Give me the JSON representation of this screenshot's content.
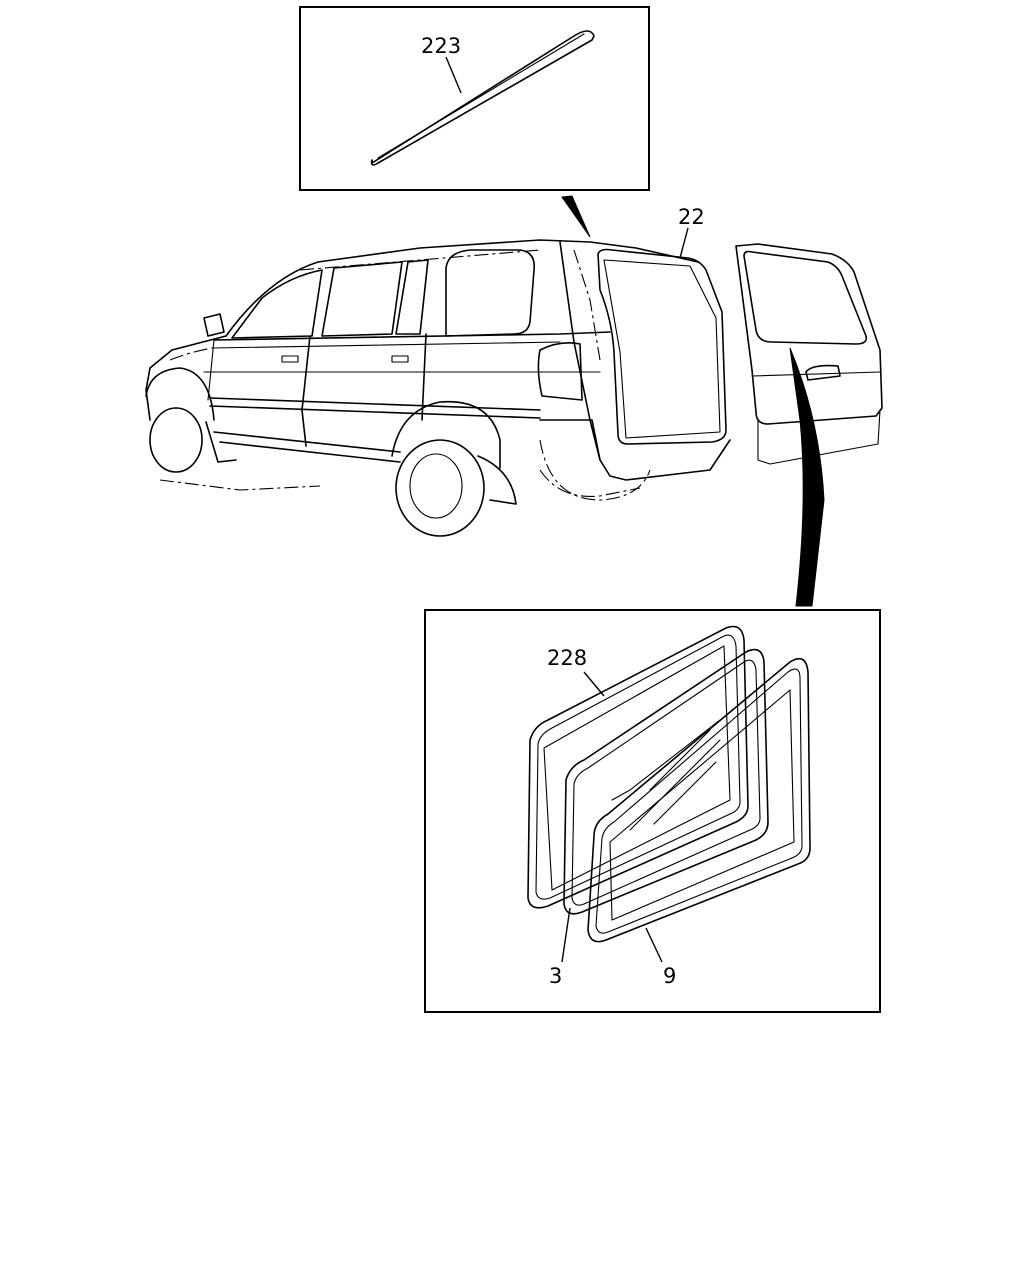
{
  "callouts": {
    "molding": "223",
    "rear_glass": "22",
    "weatherstrip": "228",
    "glass": "3",
    "seal": "9"
  }
}
